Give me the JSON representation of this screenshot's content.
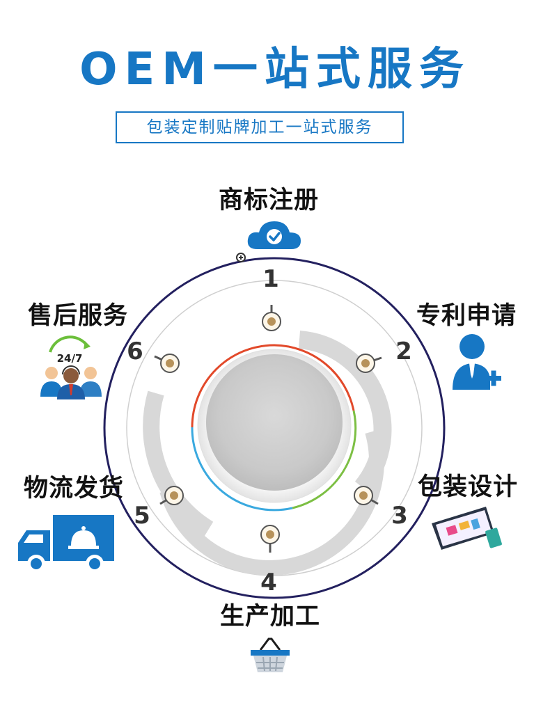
{
  "header": {
    "title": "OEM一站式服务",
    "subtitle": "包装定制贴牌加工一站式服务"
  },
  "wheel": {
    "numbers": [
      "1",
      "2",
      "3",
      "4",
      "5",
      "6"
    ]
  },
  "steps": [
    {
      "number": "1",
      "label": "商标注册",
      "icon": "cloud-check-icon"
    },
    {
      "number": "2",
      "label": "专利申请",
      "icon": "person-add-icon"
    },
    {
      "number": "3",
      "label": "包装设计",
      "icon": "monitor-design-icon"
    },
    {
      "number": "4",
      "label": "生产加工",
      "icon": "basket-icon"
    },
    {
      "number": "5",
      "label": "物流发货",
      "icon": "delivery-truck-icon"
    },
    {
      "number": "6",
      "label": "售后服务",
      "icon": "support-team-icon"
    }
  ],
  "support_icon_text": "24/7",
  "colors": {
    "brand_blue": "#1777c4",
    "ring_navy": "#23205f",
    "arc_red": "#e2492a",
    "arc_green": "#7cbf43",
    "arc_blue": "#3aa9df"
  }
}
